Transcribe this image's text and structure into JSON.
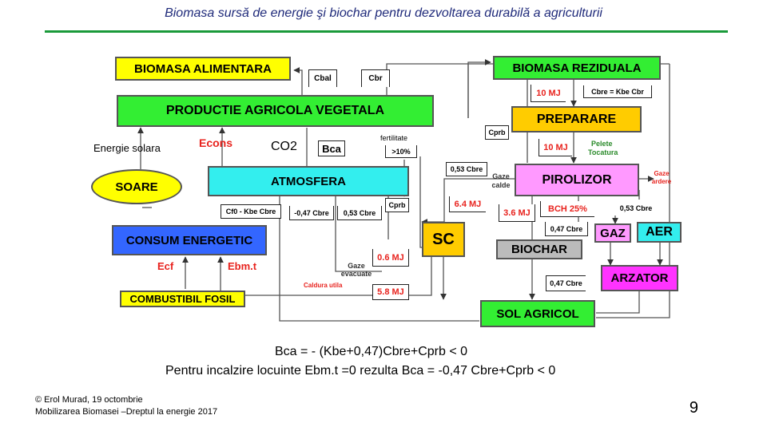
{
  "title": "Biomasa sursă de energie şi biochar pentru dezvoltarea durabilă a agriculturii",
  "boxes": {
    "biomasa_alimentara": "BIOMASA ALIMENTARA",
    "biomasa_reziduala": "BIOMASA REZIDUALA",
    "productie": "PRODUCTIE AGRICOLA VEGETALA",
    "preparare": "PREPARARE",
    "atmosfera": "ATMOSFERA",
    "pirolizor": "PIROLIZOR",
    "soare": "SOARE",
    "consum": "CONSUM ENERGETIC",
    "sc": "SC",
    "biochar": "BIOCHAR",
    "gaz": "GAZ",
    "aer": "AER",
    "arzator": "ARZATOR",
    "combustibil": "COMBUSTIBIL FOSIL",
    "sol": "SOL AGRICOL"
  },
  "labels": {
    "cbal": "Cbal",
    "cbr": "Cbr",
    "mj10a": "10 MJ",
    "cbre_eq": "Cbre = Kbe Cbr",
    "cprb_top": "Cprb",
    "mj10b": "10 MJ",
    "pelete": "Pelete",
    "tocatura": "Tocatura",
    "energie_solara": "Energie solara",
    "econs": "Econs",
    "co2": "CO2",
    "bca": "Bca",
    "fertilitate": "fertilitate",
    "pct10": ">10%",
    "c053_top": "0,53 Cbre",
    "gaze_calde": "Gaze calde",
    "gaze_ardere": "Gaze ardere",
    "mj64": "6.4 MJ",
    "mj36": "3.6 MJ",
    "bch25": "BCH 25%",
    "c053_right": "0,53 Cbre",
    "cf0": "Cf0 - Kbe Cbre",
    "c047_mid": "-0,47 Cbre",
    "c053_mid": "0,53 Cbre",
    "cprb_mid": "Cprb",
    "c047_gaz": "0,47 Cbre",
    "mj06": "0.6 MJ",
    "gaze_evacuate": "Gaze evacuate",
    "ecf": "Ecf",
    "ebmt": "Ebm.t",
    "caldura_utila": "Caldura utila",
    "mj58": "5.8 MJ",
    "c047_sol": "0,47 Cbre"
  },
  "equations": {
    "eq1": "Bca = - (Kbe+0,47)Cbre+Cprb < 0",
    "eq2": "Pentru incalzire locuinte Ebm.t =0  rezulta  Bca = -0,47 Cbre+Cprb < 0"
  },
  "footer": {
    "line1": "© Erol Murad, 19 octombrie",
    "line2": "Mobilizarea Biomasei –Dreptul la energie 2017"
  },
  "page_number": "9",
  "colors": {
    "yellow": "#ffff00",
    "green": "#33ee33",
    "orange": "#ffcc00",
    "cyan": "#33eeee",
    "pink": "#ff99ff",
    "blue": "#3366ff",
    "magenta": "#ff33ff",
    "gray": "#bbbbbb",
    "red": "#e8231e"
  }
}
